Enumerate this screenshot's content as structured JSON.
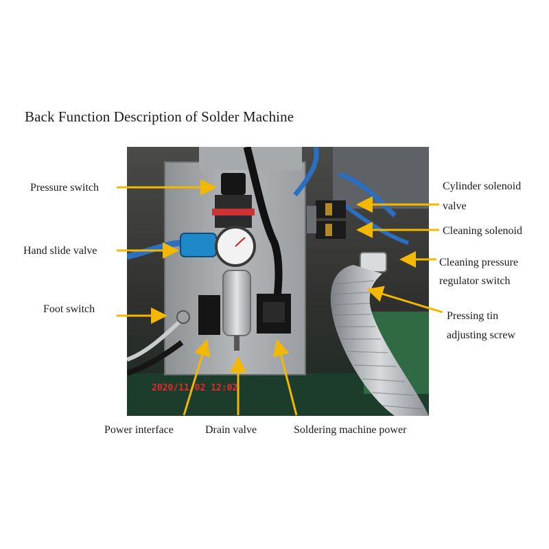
{
  "title": "Back Function Description of Solder Machine",
  "photo": {
    "timestamp": "2020/11/02 12:02"
  },
  "labels": {
    "pressure_switch": "Pressure switch",
    "hand_slide_valve": "Hand slide valve",
    "foot_switch": "Foot switch",
    "cylinder_solenoid_line1": "Cylinder solenoid",
    "cylinder_solenoid_line2": "valve",
    "cleaning_solenoid": "Cleaning solenoid",
    "cleaning_pressure_line1": "Cleaning pressure",
    "cleaning_pressure_line2": "regulator switch",
    "pressing_tin_line1": "Pressing tin",
    "pressing_tin_line2": "adjusting screw",
    "power_interface": "Power interface",
    "drain_valve": "Drain valve",
    "soldering_machine_power": "Soldering machine power"
  },
  "colors": {
    "arrow": "#f5b800",
    "text": "#1a1a1a",
    "timestamp": "#e8282a"
  }
}
